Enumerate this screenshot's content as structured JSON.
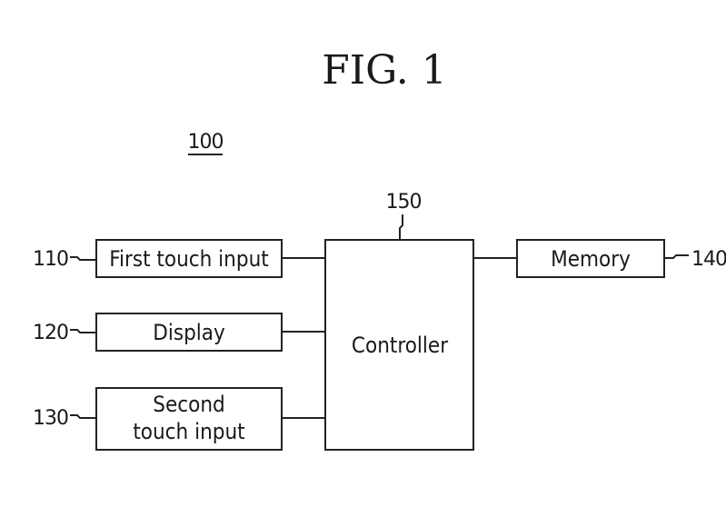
{
  "figure_title": "FIG. 1",
  "system_ref": "100",
  "blocks": {
    "first_touch_input": {
      "label": "First touch input",
      "ref": "110"
    },
    "display": {
      "label": "Display",
      "ref": "120"
    },
    "second_touch_input": {
      "label_line1": "Second",
      "label_line2": "touch input",
      "ref": "130"
    },
    "memory": {
      "label": "Memory",
      "ref": "140"
    },
    "controller": {
      "label": "Controller",
      "ref": "150"
    }
  }
}
